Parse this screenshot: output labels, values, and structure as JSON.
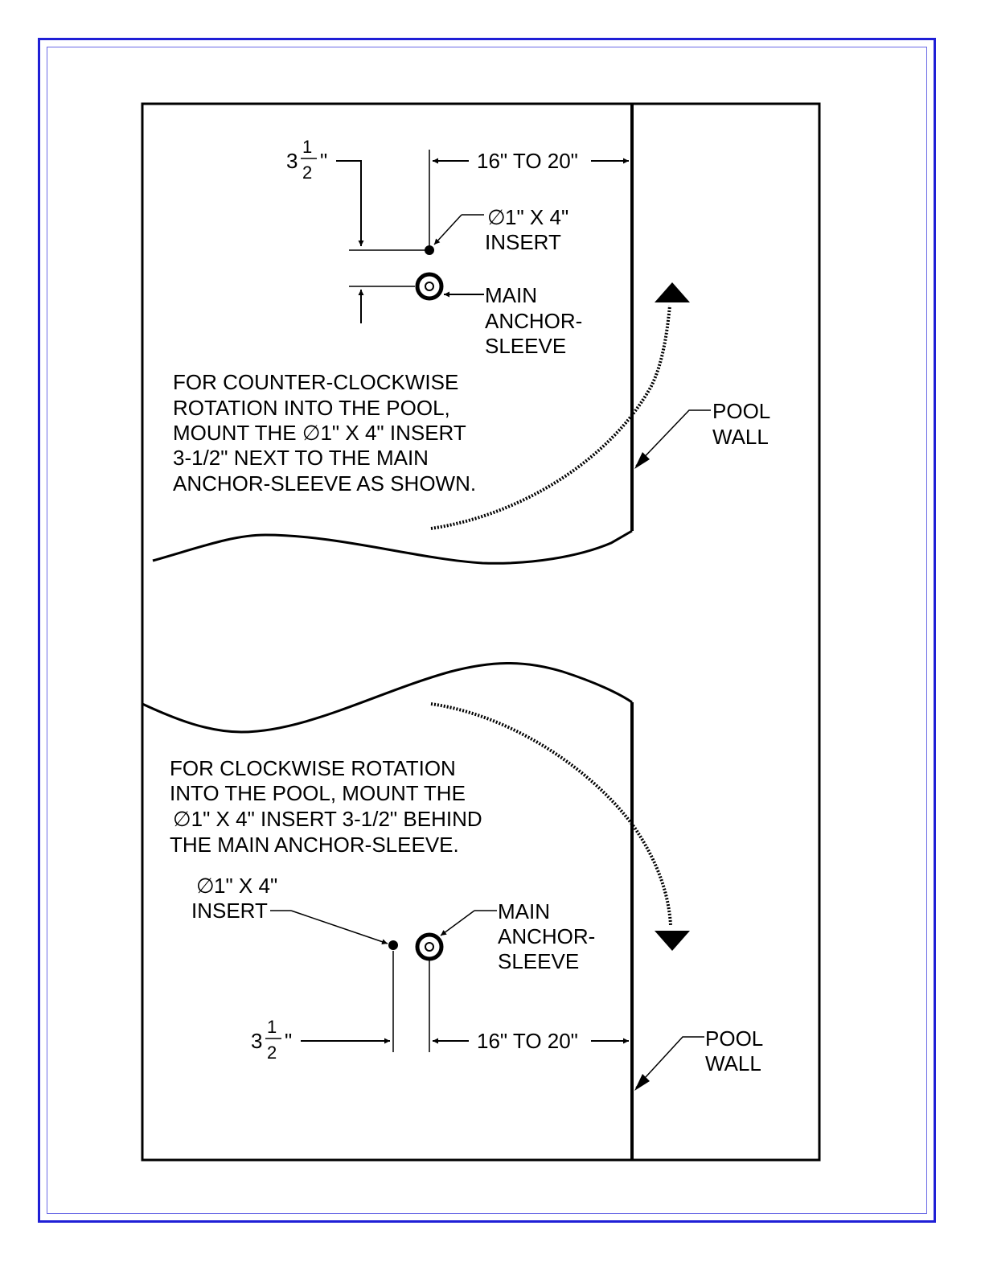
{
  "top": {
    "offset_dim": {
      "whole": "3",
      "num": "1",
      "den": "2",
      "inch": "\""
    },
    "distance_dim": "16\" TO 20\"",
    "insert_symbol": "∅",
    "insert_size": "1\" X 4\"",
    "insert_word": "INSERT",
    "sleeve_lines": [
      "MAIN",
      "ANCHOR-",
      "SLEEVE"
    ],
    "note_lines": [
      "FOR COUNTER-CLOCKWISE",
      "ROTATION INTO THE POOL,",
      "MOUNT THE ∅1\" X 4\" INSERT",
      "3-1/2\" NEXT TO THE MAIN",
      "ANCHOR-SLEEVE AS SHOWN."
    ],
    "wall_lines": [
      "POOL",
      "WALL"
    ]
  },
  "bottom": {
    "note_lines": [
      "FOR CLOCKWISE ROTATION",
      "INTO THE POOL, MOUNT THE",
      "∅1\" X 4\" INSERT 3-1/2\" BEHIND",
      "THE MAIN ANCHOR-SLEEVE."
    ],
    "insert_symbol": "∅",
    "insert_size": "1\" X 4\"",
    "insert_word": "INSERT",
    "sleeve_lines": [
      "MAIN",
      "ANCHOR-",
      "SLEEVE"
    ],
    "offset_dim": {
      "whole": "3",
      "num": "1",
      "den": "2",
      "inch": "\""
    },
    "distance_dim": "16\" TO 20\"",
    "wall_lines": [
      "POOL",
      "WALL"
    ]
  },
  "colors": {
    "frame": "#1f1fd6",
    "ink": "#000000"
  }
}
